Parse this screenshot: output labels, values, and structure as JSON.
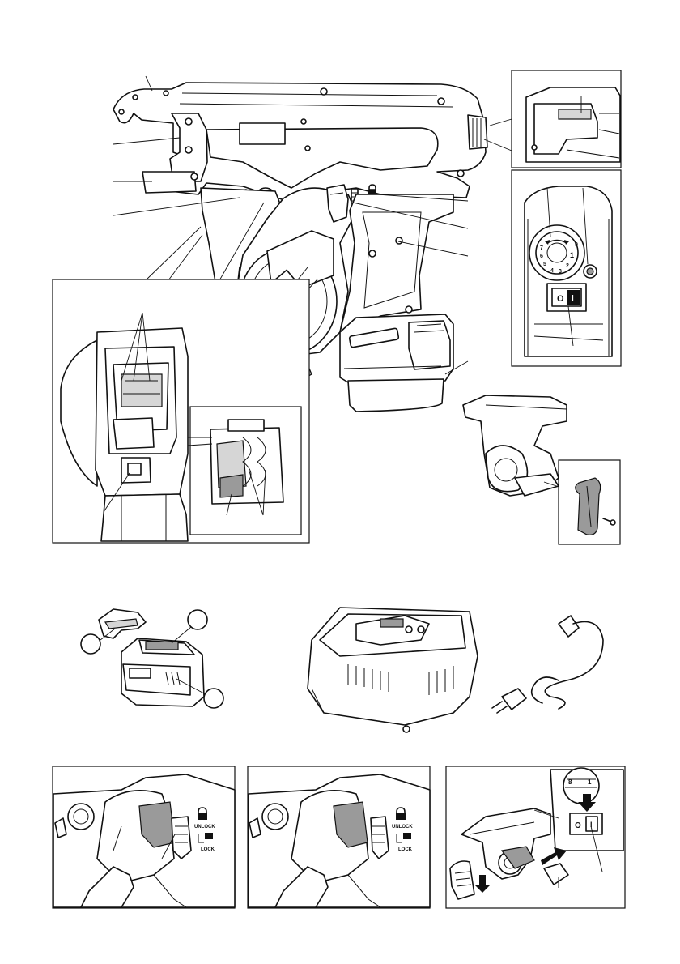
{
  "labels": {
    "unlock": "UNLOCK",
    "lock": "LOCK",
    "switch_on": "I",
    "switch_off": "O",
    "dial_mark_1": "1",
    "dial_mark_2": "2",
    "dial_mark_3": "3",
    "dial_mark_4": "4",
    "dial_mark_5": "5",
    "dial_mark_6": "6",
    "dial_mark_7": "7",
    "dial_mark_8": "8",
    "dial_mark_9": "9"
  },
  "colors": {
    "line": "#111111",
    "shade_light": "#d6d6d6",
    "shade_dark": "#9a9a9a",
    "background": "#ffffff"
  }
}
